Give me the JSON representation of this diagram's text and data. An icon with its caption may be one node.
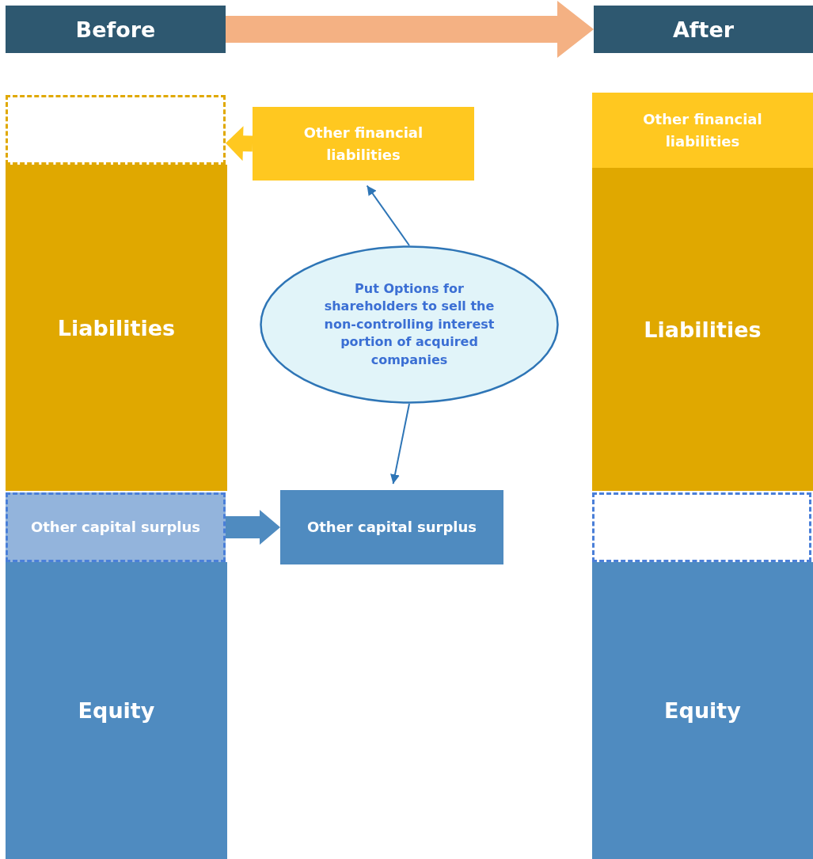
{
  "diagram": {
    "nodes": [
      {
        "text": [
          "Before"
        ]
      },
      {
        "text": [
          "After"
        ]
      },
      {
        "text": [],
        "shape": "box"
      },
      {
        "text": [
          "Liabilities"
        ]
      },
      {
        "text": [
          "Other financial liabilities"
        ]
      },
      {
        "text": [
          "Put Options for shareholders to sell the non-controlling interest portion of acquired companies"
        ]
      },
      {
        "text": [
          "Other capital surplus"
        ]
      },
      {
        "text": [
          "Other capital surplus"
        ]
      },
      {
        "text": [
          "Equity"
        ]
      },
      {
        "text": [
          "Other financial liabilities"
        ]
      },
      {
        "text": [
          "Liabilities"
        ]
      },
      {
        "text": [],
        "shape": "box"
      },
      {
        "text": [
          "Equity"
        ]
      }
    ],
    "edges": [
      {
        "from": 0,
        "to": 1,
        "arrow": "to",
        "style": "thick",
        "color": "#f4b183"
      },
      {
        "from": 4,
        "to": 2,
        "arrow": "to",
        "style": "thick",
        "color": "#ffc820"
      },
      {
        "from": 5,
        "to": 4,
        "arrow": "to"
      },
      {
        "from": 5,
        "to": 7,
        "arrow": "to"
      },
      {
        "from": 6,
        "to": 7,
        "arrow": "to",
        "style": "thick",
        "color": "#4f8bc0"
      }
    ]
  }
}
